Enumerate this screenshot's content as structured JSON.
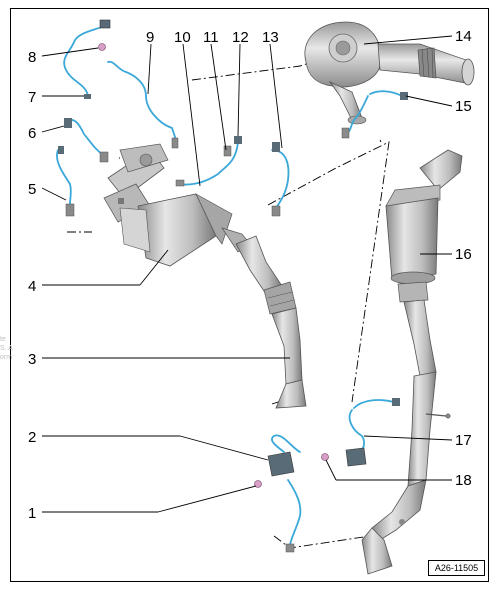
{
  "figure": {
    "reference": "A26-11505",
    "watermark_fragments": [
      "te",
      "S. A",
      "orm"
    ]
  },
  "callouts": [
    {
      "id": 1,
      "label": "1"
    },
    {
      "id": 2,
      "label": "2"
    },
    {
      "id": 3,
      "label": "3"
    },
    {
      "id": 4,
      "label": "4"
    },
    {
      "id": 5,
      "label": "5"
    },
    {
      "id": 6,
      "label": "6"
    },
    {
      "id": 7,
      "label": "7"
    },
    {
      "id": 8,
      "label": "8"
    },
    {
      "id": 9,
      "label": "9"
    },
    {
      "id": 10,
      "label": "10"
    },
    {
      "id": 11,
      "label": "11"
    },
    {
      "id": 12,
      "label": "12"
    },
    {
      "id": 13,
      "label": "13"
    },
    {
      "id": 14,
      "label": "14"
    },
    {
      "id": 15,
      "label": "15"
    },
    {
      "id": 16,
      "label": "16"
    },
    {
      "id": 17,
      "label": "17"
    },
    {
      "id": 18,
      "label": "18"
    }
  ],
  "colors": {
    "metal_light": "#e2e2e2",
    "metal_mid": "#b9b9b9",
    "metal_dark": "#7d7d7d",
    "sensor_wire": "#3aa8d8",
    "sensor_body": "#5a6b78",
    "nut": "#d8a0c8",
    "leader": "#000000"
  }
}
